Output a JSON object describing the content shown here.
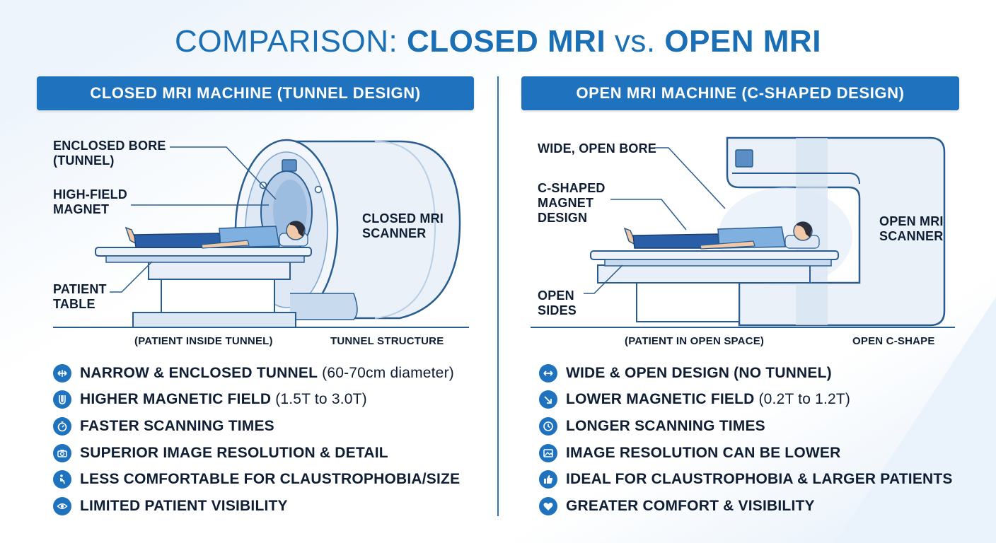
{
  "title": {
    "prefix": "COMPARISON: ",
    "left": "CLOSED MRI",
    "vs": " vs. ",
    "right": "OPEN MRI"
  },
  "colors": {
    "accent": "#1f72bd",
    "title": "#1a6fb5",
    "machine": "#dde8f4",
    "machine_edge": "#2a5d8f",
    "patient_pants": "#2a5fa8",
    "patient_shirt": "#7fb0e0"
  },
  "closed": {
    "header": "CLOSED MRI MACHINE (TUNNEL DESIGN)",
    "labels": {
      "bore": "ENCLOSED BORE\n(TUNNEL)",
      "magnet": "HIGH-FIELD\nMAGNET",
      "table": "PATIENT\nTABLE",
      "scanner": "CLOSED MRI\nSCANNER"
    },
    "captions": {
      "left": "(PATIENT INSIDE TUNNEL)",
      "right": "TUNNEL STRUCTURE"
    },
    "bullets": [
      {
        "icon": "arrows-narrow-icon",
        "strong": "NARROW & ENCLOSED TUNNEL",
        "detail": "(60-70cm diameter)"
      },
      {
        "icon": "magnet-icon",
        "strong": "HIGHER MAGNETIC FIELD",
        "detail": "(1.5T to 3.0T)"
      },
      {
        "icon": "stopwatch-icon",
        "strong": "FASTER SCANNING TIMES",
        "detail": ""
      },
      {
        "icon": "camera-icon",
        "strong": "SUPERIOR IMAGE RESOLUTION & DETAIL",
        "detail": ""
      },
      {
        "icon": "person-seated-icon",
        "strong": "LESS COMFORTABLE FOR CLAUSTROPHOBIA/SIZE",
        "detail": ""
      },
      {
        "icon": "eye-icon",
        "strong": "LIMITED PATIENT VISIBILITY",
        "detail": ""
      }
    ]
  },
  "open": {
    "header": "OPEN MRI MACHINE (C-SHAPED DESIGN)",
    "labels": {
      "bore": "WIDE, OPEN BORE",
      "magnet": "C-SHAPED\nMAGNET\nDESIGN",
      "sides": "OPEN\nSIDES",
      "scanner": "OPEN MRI\nSCANNER"
    },
    "captions": {
      "left": "(PATIENT IN OPEN SPACE)",
      "right": "OPEN C-SHAPE"
    },
    "bullets": [
      {
        "icon": "arrows-wide-icon",
        "strong": "WIDE & OPEN DESIGN (NO TUNNEL)",
        "detail": ""
      },
      {
        "icon": "arrow-down-icon",
        "strong": "LOWER MAGNETIC FIELD",
        "detail": "(0.2T to 1.2T)"
      },
      {
        "icon": "clock-icon",
        "strong": "LONGER SCANNING TIMES",
        "detail": ""
      },
      {
        "icon": "image-icon",
        "strong": "IMAGE RESOLUTION CAN BE LOWER",
        "detail": ""
      },
      {
        "icon": "thumbs-up-icon",
        "strong": "IDEAL FOR CLAUSTROPHOBIA & LARGER PATIENTS",
        "detail": ""
      },
      {
        "icon": "heart-icon",
        "strong": "GREATER COMFORT & VISIBILITY",
        "detail": ""
      }
    ]
  }
}
